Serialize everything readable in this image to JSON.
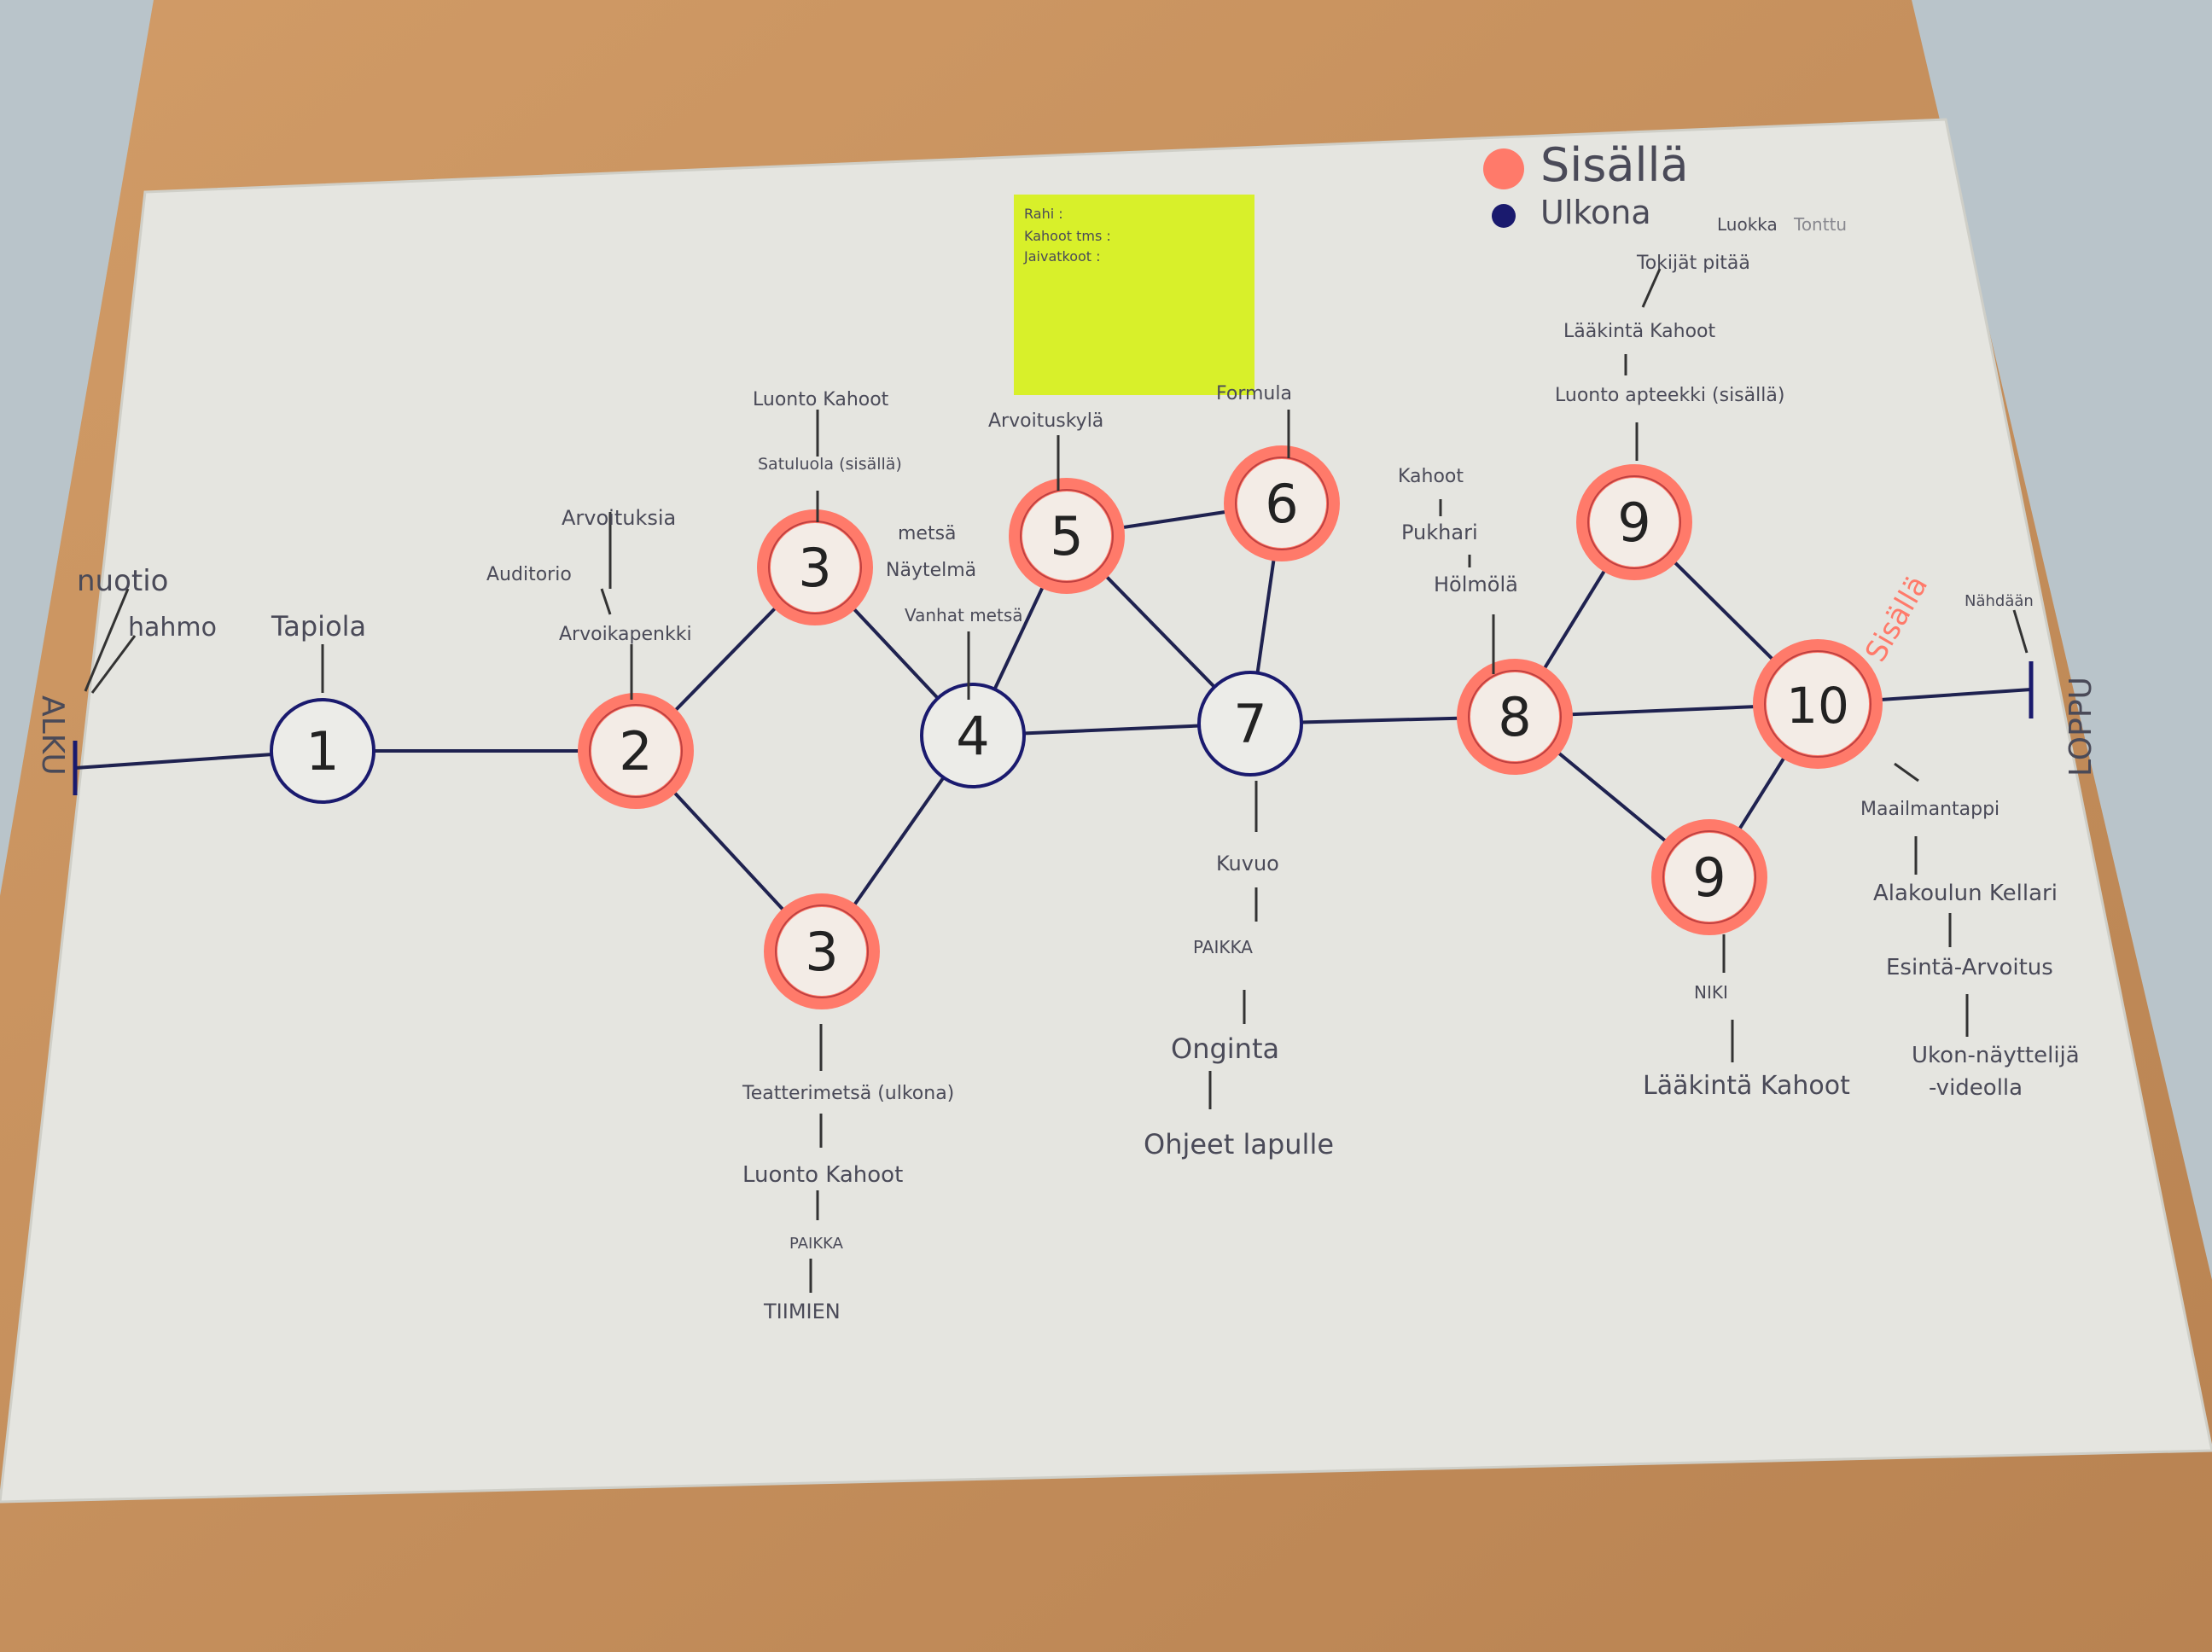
{
  "legend": {
    "indoor_label": "Sisällä",
    "outdoor_label": "Ulkona",
    "indoor_color": "#ff7a6a",
    "outdoor_color": "#1a1a6e"
  },
  "start_label": "ALKU",
  "end_label": "LOPPU",
  "sticky_note": {
    "lines": [
      "Rahi :",
      "Kahoot tms :",
      "Jaivatkoot :"
    ],
    "color": "#d8f02a"
  },
  "nodes": [
    {
      "id": "n1",
      "label": "1",
      "type": "outdoor"
    },
    {
      "id": "n2",
      "label": "2",
      "type": "indoor"
    },
    {
      "id": "n3a",
      "label": "3",
      "type": "indoor"
    },
    {
      "id": "n3b",
      "label": "3",
      "type": "indoor"
    },
    {
      "id": "n4",
      "label": "4",
      "type": "outdoor"
    },
    {
      "id": "n5",
      "label": "5",
      "type": "indoor"
    },
    {
      "id": "n6",
      "label": "6",
      "type": "indoor"
    },
    {
      "id": "n7",
      "label": "7",
      "type": "outdoor"
    },
    {
      "id": "n8",
      "label": "8",
      "type": "indoor"
    },
    {
      "id": "n9a",
      "label": "9",
      "type": "indoor"
    },
    {
      "id": "n9b",
      "label": "9",
      "type": "indoor"
    },
    {
      "id": "n10",
      "label": "10",
      "type": "indoor"
    }
  ],
  "edges": [
    [
      "start",
      "n1"
    ],
    [
      "n1",
      "n2"
    ],
    [
      "n2",
      "n3a"
    ],
    [
      "n2",
      "n3b"
    ],
    [
      "n3a",
      "n4"
    ],
    [
      "n3b",
      "n4"
    ],
    [
      "n4",
      "n5"
    ],
    [
      "n4",
      "n7"
    ],
    [
      "n5",
      "n6"
    ],
    [
      "n5",
      "n7"
    ],
    [
      "n6",
      "n7"
    ],
    [
      "n7",
      "n8"
    ],
    [
      "n8",
      "n9a"
    ],
    [
      "n8",
      "n9b"
    ],
    [
      "n8",
      "n10"
    ],
    [
      "n9a",
      "n10"
    ],
    [
      "n9b",
      "n10"
    ],
    [
      "n10",
      "end"
    ]
  ],
  "annotations": [
    {
      "id": "a_nuotio",
      "text": "nuotio"
    },
    {
      "id": "a_hahmo",
      "text": "hahmo"
    },
    {
      "id": "a_tapiola",
      "text": "Tapiola"
    },
    {
      "id": "a_arvoituksia",
      "text": "Arvoituksia"
    },
    {
      "id": "a_auditorio",
      "text": "Auditorio"
    },
    {
      "id": "a_arvoikapenkki",
      "text": "Arvoikapenkki"
    },
    {
      "id": "a_luonto3",
      "text": "Luonto Kahoot"
    },
    {
      "id": "a_satuluola",
      "text": "Satuluola (sisällä)"
    },
    {
      "id": "a_metsa",
      "text": "metsä"
    },
    {
      "id": "a_naytelma",
      "text": "Näytelmä"
    },
    {
      "id": "a_vanhat",
      "text": "Vanhat metsä"
    },
    {
      "id": "a_arvoituskyla",
      "text": "Arvoituskylä"
    },
    {
      "id": "a_formula",
      "text": "Formula"
    },
    {
      "id": "a_kahoot8",
      "text": "Kahoot"
    },
    {
      "id": "a_pukhari",
      "text": "Pukhari"
    },
    {
      "id": "a_holmola",
      "text": "Hölmölä"
    },
    {
      "id": "a_luokka",
      "text": "Luokka"
    },
    {
      "id": "a_tonttu",
      "text": "Tonttu"
    },
    {
      "id": "a_tokijat",
      "text": "Tokijät pitää"
    },
    {
      "id": "a_laakinta9",
      "text": "Lääkintä Kahoot"
    },
    {
      "id": "a_apteekki",
      "text": "Luonto apteekki (sisällä)"
    },
    {
      "id": "a_sisalla10",
      "text": "Sisällä"
    },
    {
      "id": "a_nahdaan",
      "text": "Nähdään"
    },
    {
      "id": "a_teatteri",
      "text": "Teatterimetsä (ulkona)"
    },
    {
      "id": "a_luonto3b",
      "text": "Luonto Kahoot"
    },
    {
      "id": "a_paikka3",
      "text": "PAIKKA"
    },
    {
      "id": "a_tiimien",
      "text": "TIIMIEN"
    },
    {
      "id": "a_kuvuo",
      "text": "Kuvuo"
    },
    {
      "id": "a_paikka7",
      "text": "PAIKKA"
    },
    {
      "id": "a_onginta",
      "text": "Onginta"
    },
    {
      "id": "a_ohjeet",
      "text": "Ohjeet lapulle"
    },
    {
      "id": "a_niki",
      "text": "NIKI"
    },
    {
      "id": "a_laakinta9b",
      "text": "Lääkintä Kahoot"
    },
    {
      "id": "a_maailmantappi",
      "text": "Maailmantappi"
    },
    {
      "id": "a_alakoulu",
      "text": "Alakoulun Kellari"
    },
    {
      "id": "a_esinta",
      "text": "Esintä-Arvoitus"
    },
    {
      "id": "a_ukon",
      "text": "Ukon-näyttelijä"
    },
    {
      "id": "a_videolla",
      "text": "-videolla"
    }
  ]
}
